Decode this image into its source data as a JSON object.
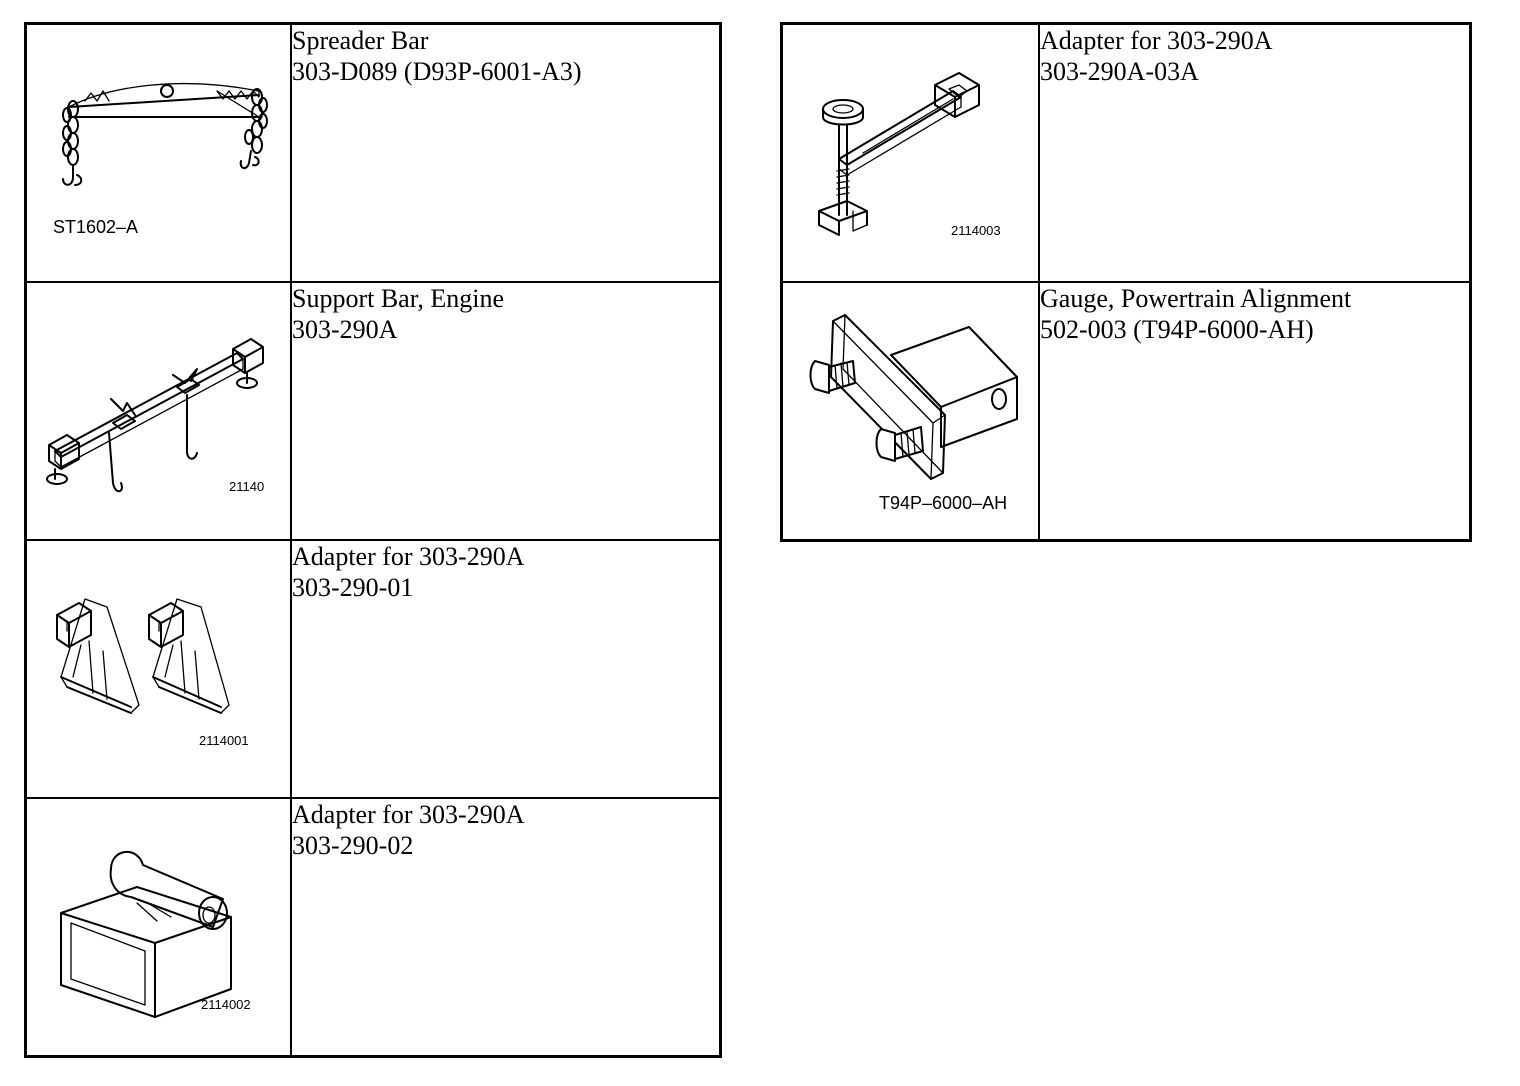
{
  "left_table": [
    {
      "name": "Spreader Bar",
      "number": "303-D089 (D93P-6001-A3)",
      "figure_code": "ST1602–A",
      "icon": "spreader-bar-icon"
    },
    {
      "name": "Support Bar, Engine",
      "number": "303-290A",
      "figure_code": "21140",
      "icon": "engine-support-bar-icon"
    },
    {
      "name": "Adapter for 303-290A",
      "number": "303-290-01",
      "figure_code": "2114001",
      "icon": "adapter-brackets-icon"
    },
    {
      "name": "Adapter for 303-290A",
      "number": "303-290-02",
      "figure_code": "2114002",
      "icon": "adapter-tube-icon"
    }
  ],
  "right_table": [
    {
      "name": "Adapter for 303-290A",
      "number": "303-290A-03A",
      "figure_code": "2114003",
      "icon": "adapter-screw-icon"
    },
    {
      "name": "Gauge, Powertrain Alignment",
      "number": "502-003 (T94P-6000-AH)",
      "figure_code": "T94P–6000–AH",
      "icon": "alignment-gauge-icon"
    }
  ]
}
